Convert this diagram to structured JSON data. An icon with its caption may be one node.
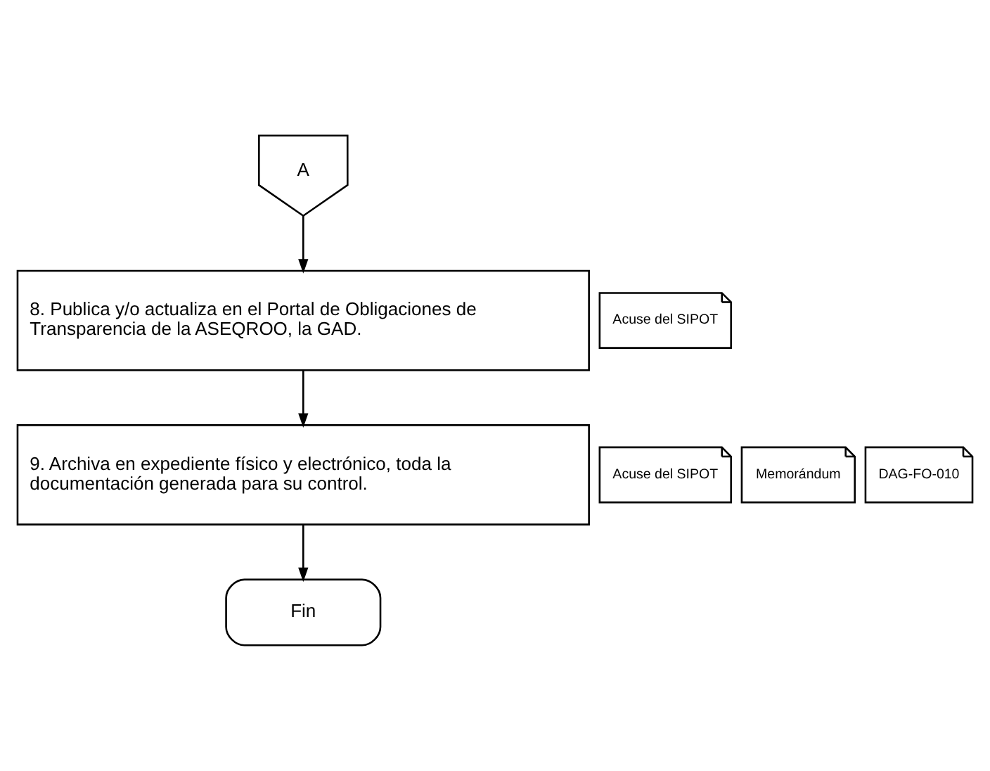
{
  "diagram": {
    "nodes": [
      {
        "text": [
          "A"
        ]
      },
      {
        "text": [
          "8. Publica y/o actualiza en el Portal de Obligaciones de Transparencia de la ASEQROO, la GAD."
        ]
      },
      {
        "text": [
          "Acuse del SIPOT"
        ]
      },
      {
        "text": [
          "9. Archiva en expediente físico y electrónico, toda la documentación generada para su control."
        ]
      },
      {
        "text": [
          "Acuse del SIPOT"
        ]
      },
      {
        "text": [
          "Memorándum"
        ]
      },
      {
        "text": [
          "DAG-FO-010"
        ]
      },
      {
        "text": [
          "Fin"
        ]
      }
    ],
    "edges": [
      {
        "from": 0,
        "to": 1,
        "arrow": "to"
      },
      {
        "from": 1,
        "to": 3,
        "arrow": "to"
      },
      {
        "from": 3,
        "to": 7,
        "arrow": "to"
      }
    ]
  }
}
